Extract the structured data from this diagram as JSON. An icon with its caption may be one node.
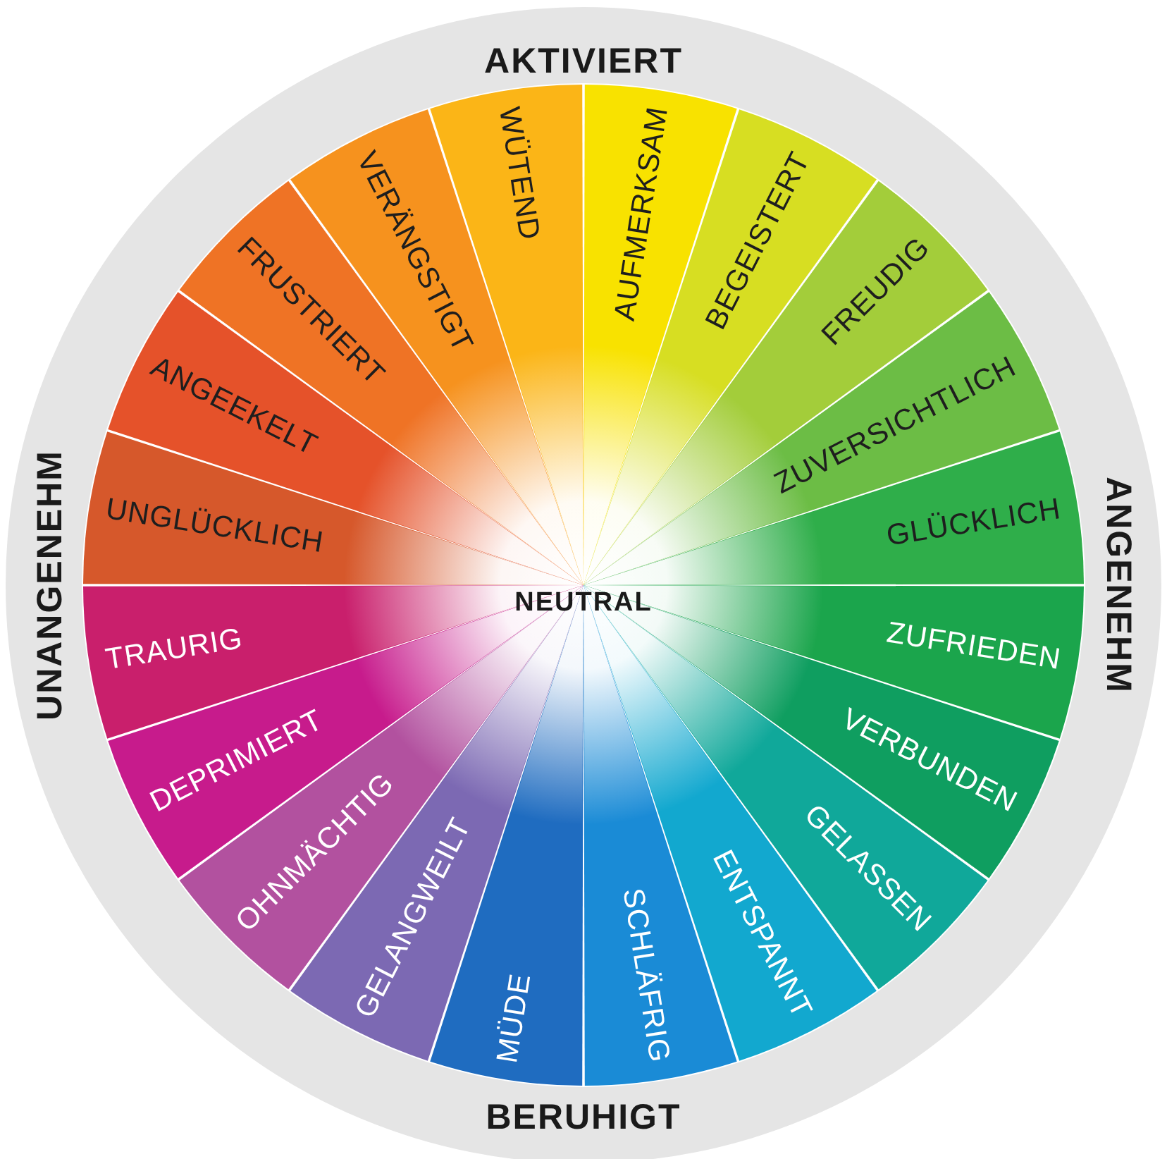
{
  "diagram": {
    "nodes": [
      {
        "text": [
          "AUFMERKSAM"
        ]
      },
      {
        "text": [
          "BEGEISTERT"
        ]
      },
      {
        "text": [
          "FREUDIG"
        ]
      },
      {
        "text": [
          "ZUVERSICHTLICH"
        ]
      },
      {
        "text": [
          "GLÜCKLICH"
        ]
      },
      {
        "text": [
          "ZUFRIEDEN"
        ]
      },
      {
        "text": [
          "VERBUNDEN"
        ]
      },
      {
        "text": [
          "GELASSEN"
        ]
      },
      {
        "text": [
          "ENTSPANNT"
        ]
      },
      {
        "text": [
          "SCHLÄFRIG"
        ]
      },
      {
        "text": [
          "MÜDE"
        ]
      },
      {
        "text": [
          "GELANGWEILT"
        ]
      },
      {
        "text": [
          "OHNMÄCHTIG"
        ]
      },
      {
        "text": [
          "DEPRIMIERT"
        ]
      },
      {
        "text": [
          "TRAURIG"
        ]
      },
      {
        "text": [
          "UNGLÜCKLICH"
        ]
      },
      {
        "text": [
          "ANGEEKELT"
        ]
      },
      {
        "text": [
          "FRUSTRIERT"
        ]
      },
      {
        "text": [
          "VERÄNGSTIGT"
        ]
      },
      {
        "text": [
          "WÜTEND"
        ]
      }
    ],
    "labels": [
      "AKTIVIERT",
      "UNANGENEHM",
      "NEUTRAL",
      "ANGENEHM",
      "BERUHIGT"
    ]
  }
}
